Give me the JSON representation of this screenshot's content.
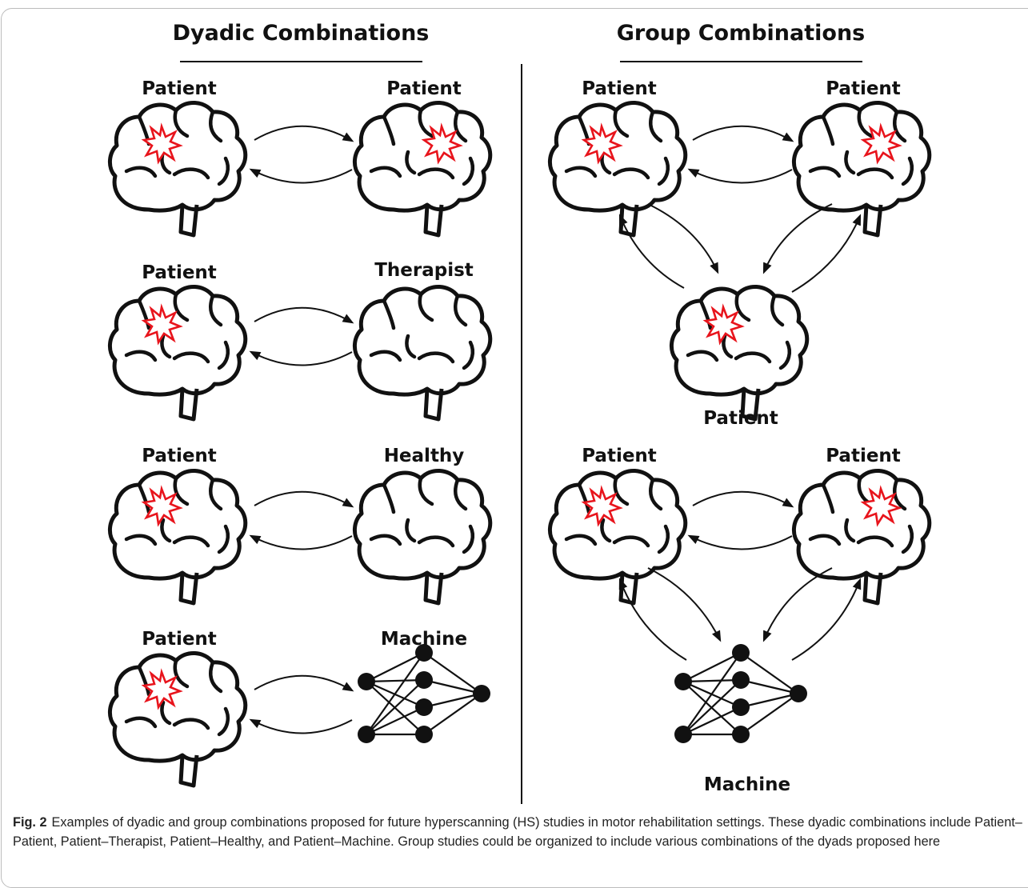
{
  "headings": {
    "dyadic": "Dyadic Combinations",
    "group": "Group Combinations"
  },
  "dyadic_rows": [
    {
      "left": "Patient",
      "right": "Patient"
    },
    {
      "left": "Patient",
      "right": "Therapist"
    },
    {
      "left": "Patient",
      "right": "Healthy"
    },
    {
      "left": "Patient",
      "right": "Machine"
    }
  ],
  "group_1": {
    "top_left": "Patient",
    "top_right": "Patient",
    "bottom": "Patient"
  },
  "group_2": {
    "top_left": "Patient",
    "top_right": "Patient",
    "bottom": "Machine"
  },
  "caption": {
    "fig_label": "Fig. 2",
    "text": "Examples of dyadic and group combinations proposed for future hyperscanning (HS) studies in motor rehabilitation settings. These dyadic combinations include Patient–Patient, Patient–Therapist, Patient–Healthy, and Patient–Machine. Group studies could be organized to include various combinations of the dyads proposed here"
  },
  "colors": {
    "lesion": "#e8141c",
    "ink": "#111111"
  },
  "icons": [
    "brain-icon",
    "lesion-starburst-icon",
    "neural-network-icon",
    "bidirectional-arrow-icon"
  ]
}
